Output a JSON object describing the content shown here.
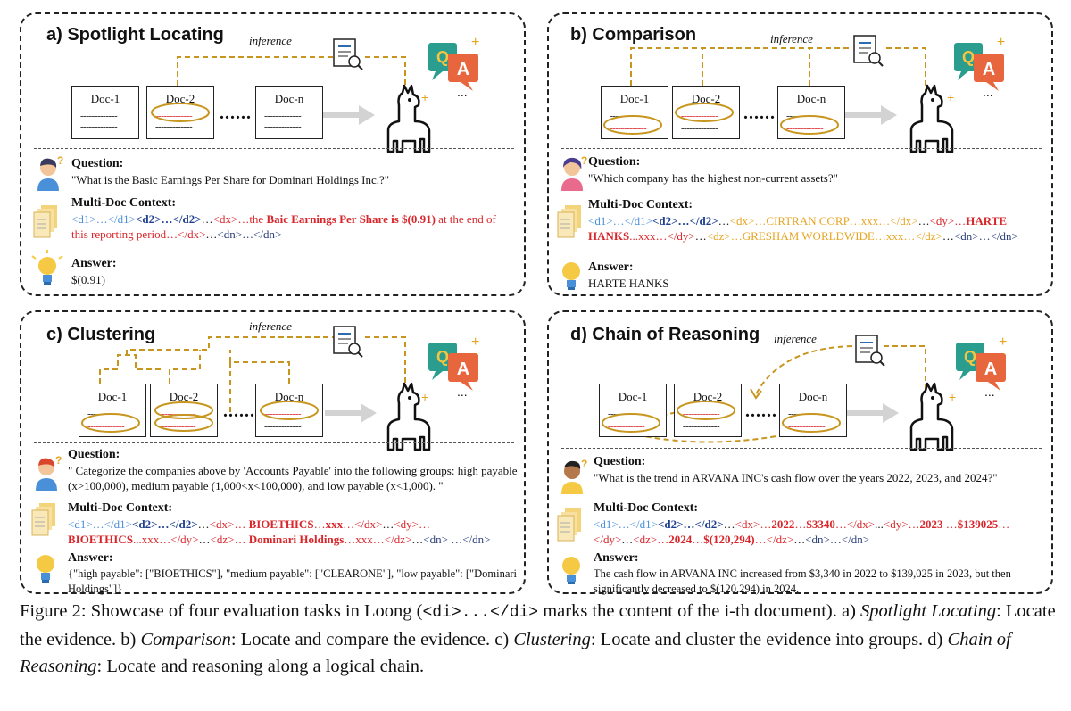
{
  "panels": {
    "a": {
      "title": "a) Spotlight Locating",
      "inference": "inference",
      "docs": [
        "Doc-1",
        "Doc-2",
        "Doc-n"
      ],
      "dots": "......",
      "question_label": "Question:",
      "question": "\"What is the Basic Earnings Per Share for Dominari Holdings Inc.?\"",
      "context_label": "Multi-Doc Context:",
      "context": [
        {
          "t": "<d1>…</d1>",
          "c": "blue"
        },
        {
          "t": "<d2>…</d2>",
          "c": "dblue"
        },
        {
          "t": "…",
          "c": ""
        },
        {
          "t": "<dx>…the ",
          "c": "red"
        },
        {
          "t": "Baic Earnings Per Share is $(0.91)",
          "c": "redb"
        },
        {
          "t": " at the end of this reporting period…</dx>",
          "c": "red"
        },
        {
          "t": "…",
          "c": ""
        },
        {
          "t": "<dn>…</dn>",
          "c": "navy"
        }
      ],
      "answer_label": "Answer:",
      "answer": "$(0.91)"
    },
    "b": {
      "title": "b) Comparison",
      "inference": "inference",
      "docs": [
        "Doc-1",
        "Doc-2",
        "Doc-n"
      ],
      "dots": "......",
      "question_label": "Question:",
      "question": "\"Which company has the highest non-current assets?\"",
      "context_label": "Multi-Doc Context:",
      "context": [
        {
          "t": "<d1>…</d1>",
          "c": "blue"
        },
        {
          "t": "<d2>…</d2>",
          "c": "dblue"
        },
        {
          "t": "…",
          "c": ""
        },
        {
          "t": "<dx>…CIRTRAN CORP…xxx…</dx>",
          "c": "orange"
        },
        {
          "t": "…",
          "c": ""
        },
        {
          "t": "<dy>…",
          "c": "red"
        },
        {
          "t": "HARTE HANKS",
          "c": "redb"
        },
        {
          "t": "...xxx…</dy>",
          "c": "red"
        },
        {
          "t": "…",
          "c": ""
        },
        {
          "t": "<dz>…GRESHAM WORLDWIDE…xxx…</dz>",
          "c": "orange"
        },
        {
          "t": "…",
          "c": ""
        },
        {
          "t": "<dn>…</dn>",
          "c": "navy"
        }
      ],
      "answer_label": "Answer:",
      "answer": "HARTE HANKS"
    },
    "c": {
      "title": "c) Clustering",
      "inference": "inference",
      "docs": [
        "Doc-1",
        "Doc-2",
        "Doc-n"
      ],
      "dots": "......",
      "question_label": "Question:",
      "question": "\" Categorize the companies above by 'Accounts Payable' into the following groups: high payable (x>100,000), medium payable (1,000<x<100,000), and low payable (x<1,000). \"",
      "context_label": "Multi-Doc Context:",
      "context": [
        {
          "t": "<d1>…</d1>",
          "c": "blue"
        },
        {
          "t": "<d2>…</d2>",
          "c": "dblue"
        },
        {
          "t": "…",
          "c": ""
        },
        {
          "t": "<dx>… ",
          "c": "red"
        },
        {
          "t": "BIOETHICS",
          "c": "redb"
        },
        {
          "t": "…",
          "c": "red"
        },
        {
          "t": "xxx",
          "c": "redb"
        },
        {
          "t": "…</dx>",
          "c": "red"
        },
        {
          "t": "…",
          "c": ""
        },
        {
          "t": "<dy>… ",
          "c": "red"
        },
        {
          "t": "BIOETHICS",
          "c": "redb"
        },
        {
          "t": "...xxx…</dy>",
          "c": "red"
        },
        {
          "t": "…",
          "c": ""
        },
        {
          "t": "<dz>… ",
          "c": "red"
        },
        {
          "t": "Dominari Holdings",
          "c": "redb"
        },
        {
          "t": "…xxx…</dz>",
          "c": "red"
        },
        {
          "t": "…",
          "c": ""
        },
        {
          "t": "<dn> …</dn>",
          "c": "navy"
        }
      ],
      "answer_label": "Answer:",
      "answer": "{\"high payable\": [\"BIOETHICS\"], \"medium payable\": [\"CLEARONE\"], \"low payable\": [\"Dominari Holdings\"]}"
    },
    "d": {
      "title": "d) Chain of Reasoning",
      "inference": "inference",
      "docs": [
        "Doc-1",
        "Doc-2",
        "Doc-n"
      ],
      "dots": "......",
      "question_label": "Question:",
      "question": "\"What is the trend in ARVANA INC's cash flow over the years 2022, 2023, and 2024?\"",
      "context_label": "Multi-Doc Context:",
      "context": [
        {
          "t": "<d1>…</d1>",
          "c": "blue"
        },
        {
          "t": "<d2>…</d2>",
          "c": "dblue"
        },
        {
          "t": "…",
          "c": ""
        },
        {
          "t": "<dx>…",
          "c": "red"
        },
        {
          "t": "2022",
          "c": "redb"
        },
        {
          "t": "…",
          "c": "red"
        },
        {
          "t": "$3340",
          "c": "redb"
        },
        {
          "t": "…</dx>",
          "c": "red"
        },
        {
          "t": "...",
          "c": ""
        },
        {
          "t": "<dy>…",
          "c": "red"
        },
        {
          "t": "2023",
          "c": "redb"
        },
        {
          "t": " …",
          "c": "red"
        },
        {
          "t": "$139025",
          "c": "redb"
        },
        {
          "t": "…</dy>",
          "c": "red"
        },
        {
          "t": "…",
          "c": ""
        },
        {
          "t": "<dz>…",
          "c": "red"
        },
        {
          "t": "2024",
          "c": "redb"
        },
        {
          "t": "…",
          "c": "red"
        },
        {
          "t": "$(120,294)",
          "c": "redb"
        },
        {
          "t": "…</dz>",
          "c": "red"
        },
        {
          "t": "…",
          "c": ""
        },
        {
          "t": "<dn>…</dn>",
          "c": "navy"
        }
      ],
      "answer_label": "Answer:",
      "answer": "The cash flow in ARVANA INC increased from $3,340 in 2022 to $139,025 in 2023, but then significantly decreased to $(120,294) in 2024."
    }
  },
  "caption": {
    "prefix": "Figure 2: Showcase of four evaluation tasks in Loong (",
    "code": "<di>...</di>",
    "mid": " marks the content of the i-th document). a) ",
    "t1": "Spotlight Locating",
    "d1": ": Locate the evidence. b) ",
    "t2": "Comparison",
    "d2": ": Locate and compare the evidence. c) ",
    "t3": "Clustering",
    "d3": ": Locate and cluster the evidence into groups. d) ",
    "t4": "Chain of Reasoning",
    "d4": ": Locate and reasoning along a logical chain."
  },
  "icons": [
    "document-search-icon",
    "qa-speech-bubble-icon",
    "llama-icon",
    "arrow-icon",
    "question-person-icon",
    "document-stack-icon",
    "lightbulb-icon"
  ],
  "colors": {
    "evidence": "#d9262b",
    "distractor": "#e6a521",
    "link": "#c8961e",
    "tag_blue": "#4a90d9"
  }
}
